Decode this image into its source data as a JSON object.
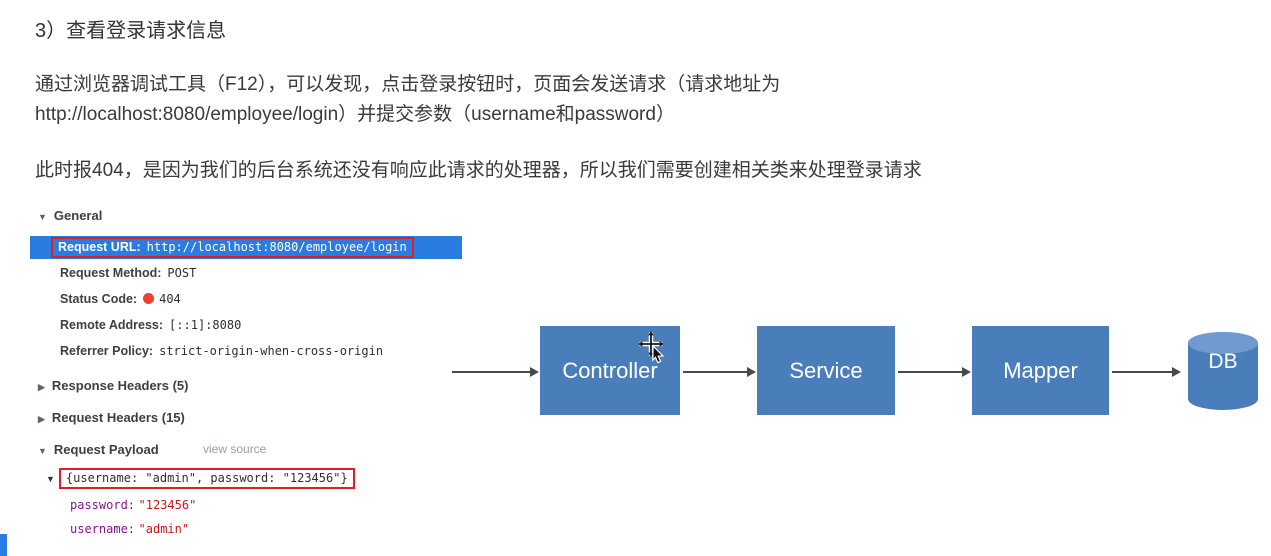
{
  "page": {
    "title": "3）查看登录请求信息",
    "para1_line1": "通过浏览器调试工具（F12），可以发现，点击登录按钮时，页面会发送请求（请求地址为",
    "para1_line2": "http://localhost:8080/employee/login）并提交参数（username和password）",
    "para2": "此时报404，是因为我们的后台系统还没有响应此请求的处理器，所以我们需要创建相关类来处理登录请求"
  },
  "devtools": {
    "general": {
      "label": "General",
      "request_url": {
        "label": "Request URL:",
        "value": "http://localhost:8080/employee/login"
      },
      "request_method": {
        "label": "Request Method:",
        "value": "POST"
      },
      "status_code": {
        "label": "Status Code:",
        "value": "404"
      },
      "remote_address": {
        "label": "Remote Address:",
        "value": "[::1]:8080"
      },
      "referrer_policy": {
        "label": "Referrer Policy:",
        "value": "strict-origin-when-cross-origin"
      }
    },
    "response_headers_label": "Response Headers (5)",
    "request_headers_label": "Request Headers (15)",
    "request_payload_label": "Request Payload",
    "view_source_label": "view source",
    "payload": {
      "summary": "{username: \"admin\", password: \"123456\"}",
      "entries": [
        {
          "key": "password:",
          "value": "\"123456\""
        },
        {
          "key": "username:",
          "value": "\"admin\""
        }
      ]
    }
  },
  "diagram": {
    "nodes": [
      {
        "label": "Controller"
      },
      {
        "label": "Service"
      },
      {
        "label": "Mapper"
      },
      {
        "label": "DB"
      }
    ]
  },
  "colors": {
    "accent-blue": "#4a7ebb",
    "selection-blue": "#2a7ce0",
    "highlight-red": "#e01f1f",
    "status-red": "#ee402f",
    "payload-key": "#881391",
    "payload-value": "#c41a16"
  }
}
